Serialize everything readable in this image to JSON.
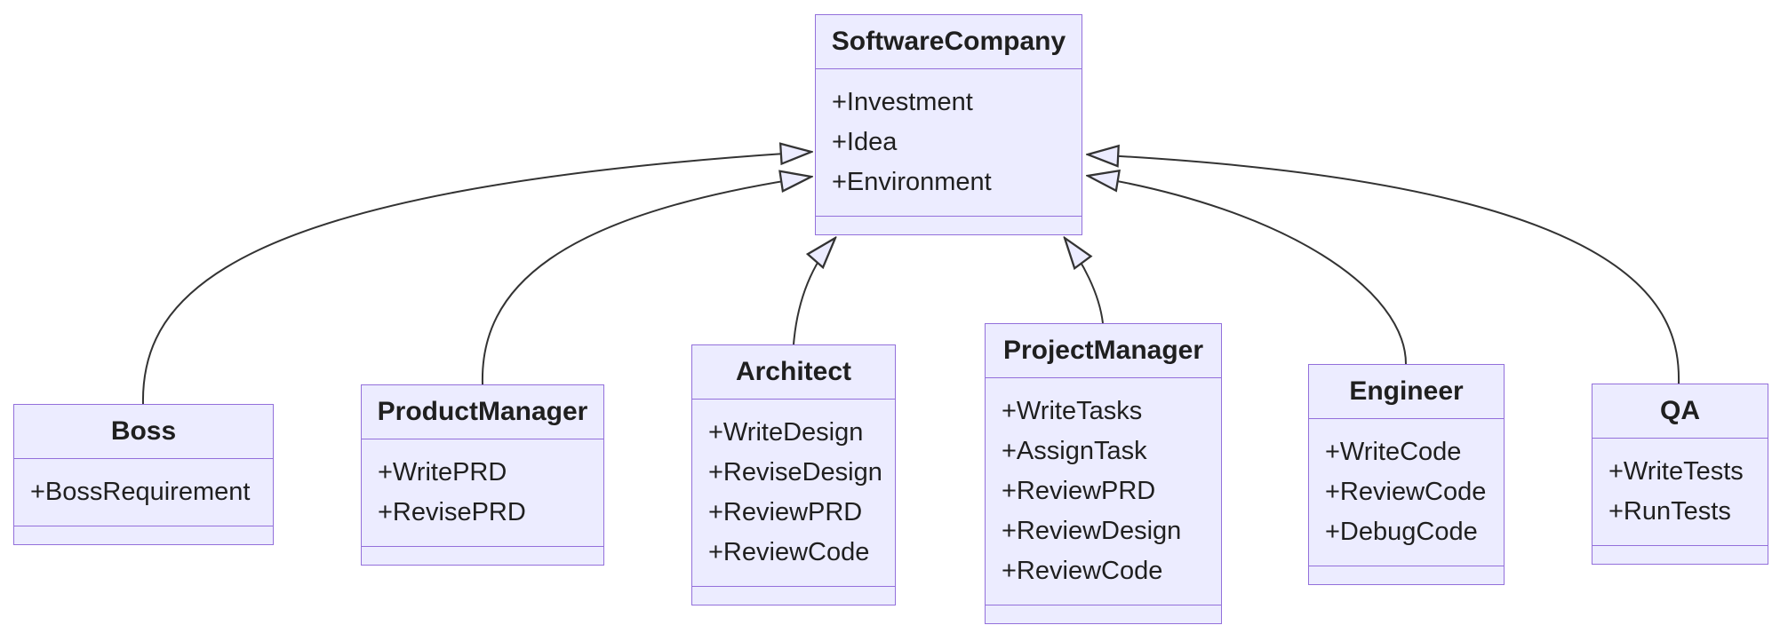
{
  "diagram": {
    "type": "uml-class-diagram",
    "background": "#ffffff",
    "colors": {
      "node_fill": "#ECECFF",
      "node_border": "#9370DB",
      "edge_line": "#333333",
      "text": "#1f1f1f"
    },
    "classes": [
      {
        "name": "SoftwareCompany",
        "members": [
          "+Investment",
          "+Idea",
          "+Environment"
        ],
        "methods": []
      },
      {
        "name": "Boss",
        "members": [
          "+BossRequirement"
        ],
        "methods": []
      },
      {
        "name": "ProductManager",
        "members": [
          "+WritePRD",
          "+RevisePRD"
        ],
        "methods": []
      },
      {
        "name": "Architect",
        "members": [
          "+WriteDesign",
          "+ReviseDesign",
          "+ReviewPRD",
          "+ReviewCode"
        ],
        "methods": []
      },
      {
        "name": "ProjectManager",
        "members": [
          "+WriteTasks",
          "+AssignTask",
          "+ReviewPRD",
          "+ReviewDesign",
          "+ReviewCode"
        ],
        "methods": []
      },
      {
        "name": "Engineer",
        "members": [
          "+WriteCode",
          "+ReviewCode",
          "+DebugCode"
        ],
        "methods": []
      },
      {
        "name": "QA",
        "members": [
          "+WriteTests",
          "+RunTests"
        ],
        "methods": []
      }
    ],
    "relationships": [
      {
        "from": "Boss",
        "to": "SoftwareCompany",
        "type": "inheritance",
        "arrow": "hollow-triangle"
      },
      {
        "from": "ProductManager",
        "to": "SoftwareCompany",
        "type": "inheritance",
        "arrow": "hollow-triangle"
      },
      {
        "from": "Architect",
        "to": "SoftwareCompany",
        "type": "inheritance",
        "arrow": "hollow-triangle"
      },
      {
        "from": "ProjectManager",
        "to": "SoftwareCompany",
        "type": "inheritance",
        "arrow": "hollow-triangle"
      },
      {
        "from": "Engineer",
        "to": "SoftwareCompany",
        "type": "inheritance",
        "arrow": "hollow-triangle"
      },
      {
        "from": "QA",
        "to": "SoftwareCompany",
        "type": "inheritance",
        "arrow": "hollow-triangle"
      }
    ]
  }
}
